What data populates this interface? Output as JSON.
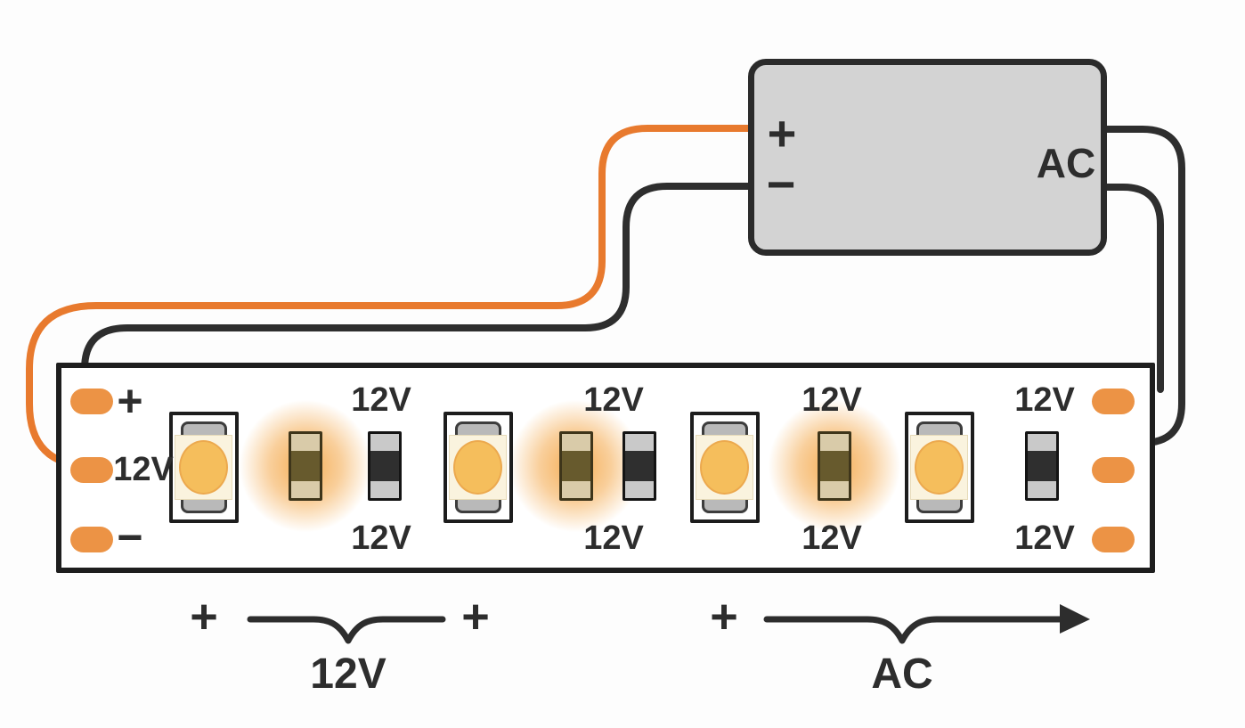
{
  "power_supply": {
    "positive_label": "+",
    "negative_label": "−",
    "ac_label": "AC"
  },
  "led_strip": {
    "pad_labels": {
      "plus": "+",
      "voltage": "12V",
      "minus": "−"
    },
    "cut_marks": [
      {
        "top": "12V",
        "bottom": "12V"
      },
      {
        "top": "12V",
        "bottom": "12V"
      },
      {
        "top": "12V",
        "bottom": "12V"
      },
      {
        "top": "12V",
        "bottom": "12V"
      }
    ]
  },
  "annotations": {
    "plus_1": "+",
    "segment_12v_label": "12V",
    "plus_2": "+",
    "plus_3": "+",
    "segment_ac_label": "AC"
  },
  "colors": {
    "wire_positive": "#E87A2E",
    "wire_negative": "#2E2E2E",
    "psu_fill": "#D3D3D3",
    "outline": "#2B2B2B",
    "pad": "#EC9345",
    "led_body": "#FAF3DE",
    "led_emitter": "#F5BE5C",
    "glow": "#F3A84C",
    "resistor_lit_body": "#675A2D",
    "resistor_lit_cap": "#D9CBA9",
    "resistor_dark_body": "#2F2F2F",
    "resistor_dark_cap": "#C9C9C9"
  }
}
